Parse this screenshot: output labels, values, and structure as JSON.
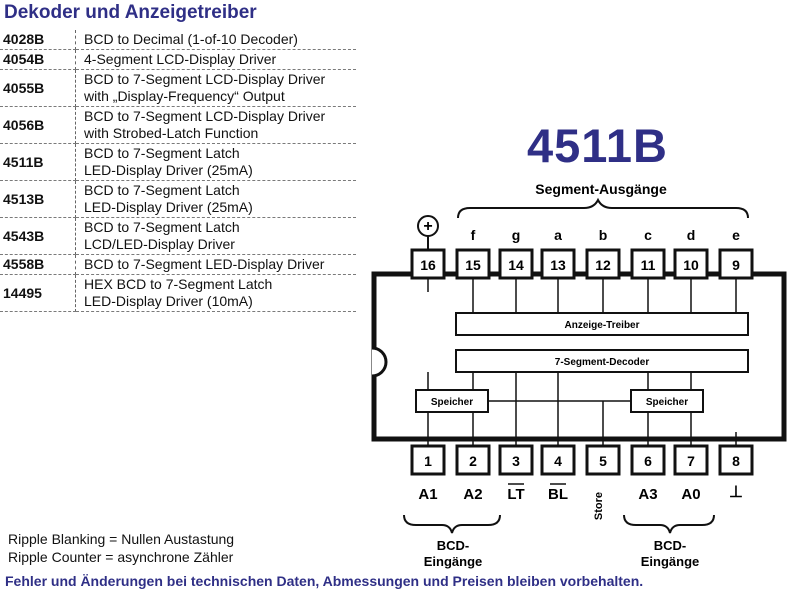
{
  "title": "Dekoder und Anzeigetreiber",
  "chips": [
    {
      "code": "4028B",
      "lines": [
        "BCD to Decimal (1-of-10 Decoder)"
      ]
    },
    {
      "code": "4054B",
      "lines": [
        "4-Segment LCD-Display Driver"
      ]
    },
    {
      "code": "4055B",
      "lines": [
        "BCD to 7-Segment LCD-Display Driver",
        "with „Display-Frequency“ Output"
      ]
    },
    {
      "code": "4056B",
      "lines": [
        "BCD to 7-Segment LCD-Display Driver",
        "with Strobed-Latch Function"
      ]
    },
    {
      "code": "4511B",
      "lines": [
        "BCD to 7-Segment Latch",
        "LED-Display Driver (25mA)"
      ]
    },
    {
      "code": "4513B",
      "lines": [
        "BCD to 7-Segment Latch",
        "LED-Display Driver (25mA)"
      ]
    },
    {
      "code": "4543B",
      "lines": [
        "BCD to 7-Segment Latch",
        "LCD/LED-Display Driver"
      ]
    },
    {
      "code": "4558B",
      "lines": [
        "BCD to 7-Segment LED-Display Driver"
      ]
    },
    {
      "code": "14495",
      "lines": [
        "HEX BCD to 7-Segment Latch",
        "LED-Display Driver (10mA)"
      ]
    }
  ],
  "ic": {
    "name": "4511B",
    "top_group_label": "Segment-Ausgänge",
    "supply_symbol": "+",
    "ground_symbol": "⊥",
    "top_pins": [
      {
        "number": "16",
        "signal": ""
      },
      {
        "number": "15",
        "signal": "f"
      },
      {
        "number": "14",
        "signal": "g"
      },
      {
        "number": "13",
        "signal": "a"
      },
      {
        "number": "12",
        "signal": "b"
      },
      {
        "number": "11",
        "signal": "c"
      },
      {
        "number": "10",
        "signal": "d"
      },
      {
        "number": "9",
        "signal": "e"
      }
    ],
    "bottom_pins": [
      {
        "number": "1",
        "signal": "A1"
      },
      {
        "number": "2",
        "signal": "A2"
      },
      {
        "number": "3",
        "signal": "LT"
      },
      {
        "number": "4",
        "signal": "BL"
      },
      {
        "number": "5",
        "signal": "Store"
      },
      {
        "number": "6",
        "signal": "A3"
      },
      {
        "number": "7",
        "signal": "A0"
      },
      {
        "number": "8",
        "signal": ""
      }
    ],
    "blocks": {
      "driver": "Anzeige-Treiber",
      "decoder": "7-Segment-Decoder",
      "latch_left": "Speicher",
      "latch_right": "Speicher"
    },
    "bcd_label_line1": "BCD-",
    "bcd_label_line2": "Eingänge"
  },
  "notes": [
    "Ripple Blanking = Nullen Austastung",
    "Ripple Counter = asynchrone Zähler"
  ],
  "footer": "Fehler und Änderungen bei technischen Daten, Abmessungen und Preisen bleiben vorbehalten."
}
